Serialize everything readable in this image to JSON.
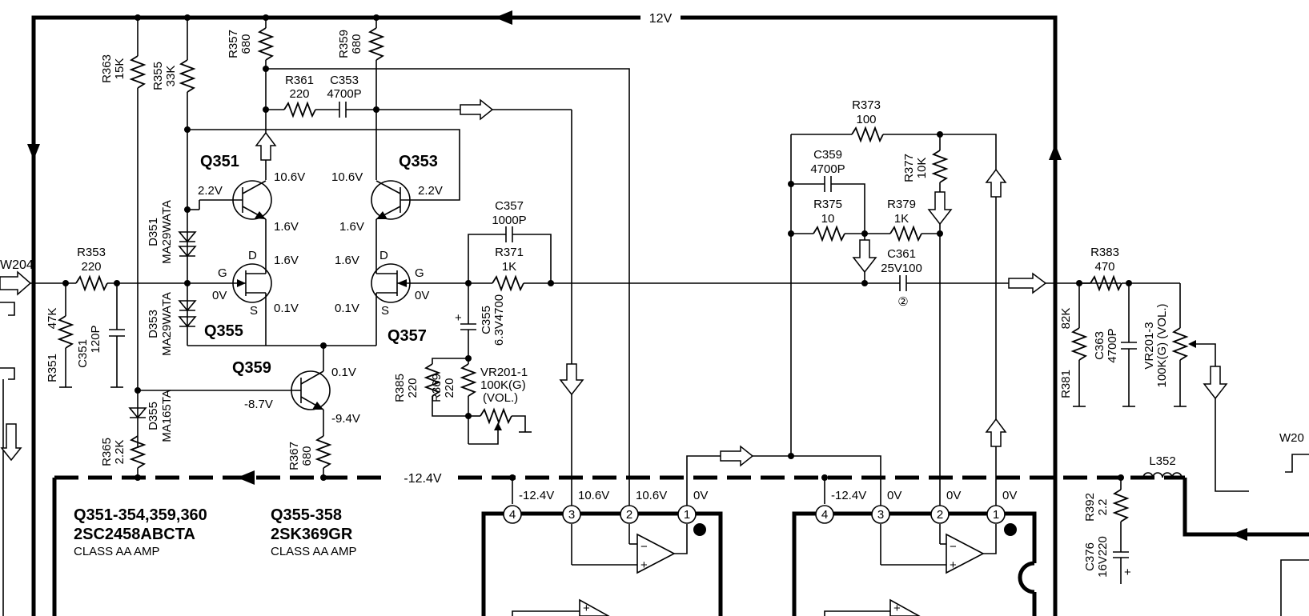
{
  "rails": {
    "pos_supply": "12V",
    "neg_supply": "-12.4V"
  },
  "resistors": {
    "r357": {
      "ref": "R357",
      "val": "680"
    },
    "r359": {
      "ref": "R359",
      "val": "680"
    },
    "r363": {
      "ref": "R363",
      "val": "15K"
    },
    "r355": {
      "ref": "R355",
      "val": "33K"
    },
    "r361": {
      "ref": "R361",
      "val": "220"
    },
    "r353": {
      "ref": "R353",
      "val": "220"
    },
    "r351": {
      "ref": "R351",
      "val": "47K"
    },
    "r371": {
      "ref": "R371",
      "val": "1K"
    },
    "r385": {
      "ref": "R385",
      "val": "220"
    },
    "r369": {
      "ref": "R369",
      "val": "220"
    },
    "r365": {
      "ref": "R365",
      "val": "2.2K"
    },
    "r367": {
      "ref": "R367",
      "val": "680"
    },
    "r373": {
      "ref": "R373",
      "val": "100"
    },
    "r377": {
      "ref": "R377",
      "val": "10K"
    },
    "r375": {
      "ref": "R375",
      "val": "10"
    },
    "r379": {
      "ref": "R379",
      "val": "1K"
    },
    "r383": {
      "ref": "R383",
      "val": "470"
    },
    "r381": {
      "ref": "R381",
      "val": "82K"
    },
    "r392": {
      "ref": "R392",
      "val": "2.2"
    }
  },
  "capacitors": {
    "c353": {
      "ref": "C353",
      "val": "4700P"
    },
    "c351": {
      "ref": "C351",
      "val": "120P"
    },
    "c357": {
      "ref": "C357",
      "val": "1000P"
    },
    "c355": {
      "ref": "C355",
      "val": "6.3V4700"
    },
    "c359": {
      "ref": "C359",
      "val": "4700P"
    },
    "c361": {
      "ref": "C361",
      "val": "25V100"
    },
    "c363": {
      "ref": "C363",
      "val": "4700P"
    },
    "c376": {
      "ref": "C376",
      "val": "16V220"
    }
  },
  "transistors": {
    "q351": "Q351",
    "q353": "Q353",
    "q355": "Q355",
    "q357": "Q357",
    "q359": "Q359"
  },
  "diodes": {
    "d351": {
      "ref": "D351",
      "part": "MA29WATA"
    },
    "d353": {
      "ref": "D353",
      "part": "MA29WATA"
    },
    "d355": {
      "ref": "D355",
      "part": "MA165TA"
    }
  },
  "pots": {
    "vr201_1": {
      "ref": "VR201-1",
      "val": "100K(G)",
      "note": "(VOL.)"
    },
    "vr201_3": {
      "ref": "VR201-3",
      "val": "100K(G) (VOL.)"
    }
  },
  "inductor": "L352",
  "connectors": {
    "left": "W204",
    "right": "W20"
  },
  "voltages": {
    "q351_c": "10.6V",
    "q351_b": "2.2V",
    "q351_e": "1.6V",
    "q353_c": "10.6V",
    "q353_b": "2.2V",
    "q353_e": "1.6V",
    "q355_d": "1.6V",
    "q355_g": "0V",
    "q355_s": "0.1V",
    "q357_d": "1.6V",
    "q357_g": "0V",
    "q357_s": "0.1V",
    "q359_c": "0.1V",
    "q359_b": "-8.7V",
    "q359_e": "-9.4V"
  },
  "pin_letters": {
    "d": "D",
    "g": "G",
    "s": "S"
  },
  "ic_pins": {
    "ic1": [
      {
        "num": "4",
        "volt": "-12.4V"
      },
      {
        "num": "3",
        "volt": "10.6V"
      },
      {
        "num": "2",
        "volt": "10.6V"
      },
      {
        "num": "1",
        "volt": "0V"
      }
    ],
    "ic2": [
      {
        "num": "4",
        "volt": "-12.4V"
      },
      {
        "num": "3",
        "volt": "0V"
      },
      {
        "num": "2",
        "volt": "0V"
      },
      {
        "num": "1",
        "volt": "0V"
      }
    ]
  },
  "legend": [
    {
      "parts": "Q351-354,359,360",
      "type": "2SC2458ABCTA",
      "class": "CLASS AA AMP"
    },
    {
      "parts": "Q355-358",
      "type": "2SK369GR",
      "class": "CLASS AA AMP"
    }
  ],
  "opamp_signs": {
    "minus": "−",
    "plus": "+"
  },
  "marker": "②",
  "polarity": "+"
}
